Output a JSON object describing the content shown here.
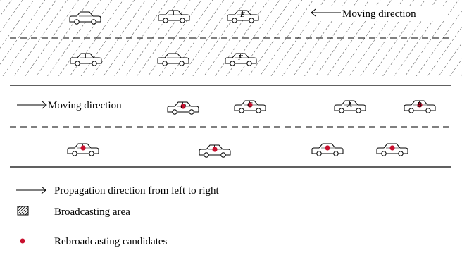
{
  "top_lanes": {
    "direction_label": "Moving direction",
    "cars": [
      {
        "label": "",
        "candidate": false
      },
      {
        "label": "",
        "candidate": false
      },
      {
        "label": "E",
        "candidate": false
      },
      {
        "label": "",
        "candidate": false
      },
      {
        "label": "",
        "candidate": false
      },
      {
        "label": "F",
        "candidate": false
      }
    ]
  },
  "bottom_lanes": {
    "direction_label": "Moving direction",
    "cars": [
      {
        "label": "D",
        "candidate": true
      },
      {
        "label": "C",
        "candidate": true
      },
      {
        "label": "A",
        "candidate": false
      },
      {
        "label": "B",
        "candidate": true
      },
      {
        "label": "",
        "candidate": true
      },
      {
        "label": "",
        "candidate": true
      },
      {
        "label": "",
        "candidate": true
      },
      {
        "label": "",
        "candidate": true
      }
    ]
  },
  "legend": {
    "propagation": "Propagation direction from left to right",
    "broadcast_area": "Broadcasting area",
    "candidates": "Rebroadcasting candidates"
  },
  "colors": {
    "candidate_dot": "#c8102e",
    "line": "#000000"
  }
}
